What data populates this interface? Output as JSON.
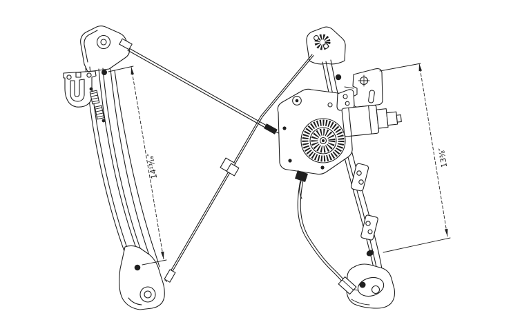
{
  "figure": {
    "description": "Technical line drawing of a power window regulator with motor",
    "background_color": "#ffffff",
    "line_color": "#1f1f1f"
  },
  "dimensions": {
    "left_label": "14¹³⁄₁₆″",
    "right_label": "13⅜″"
  }
}
